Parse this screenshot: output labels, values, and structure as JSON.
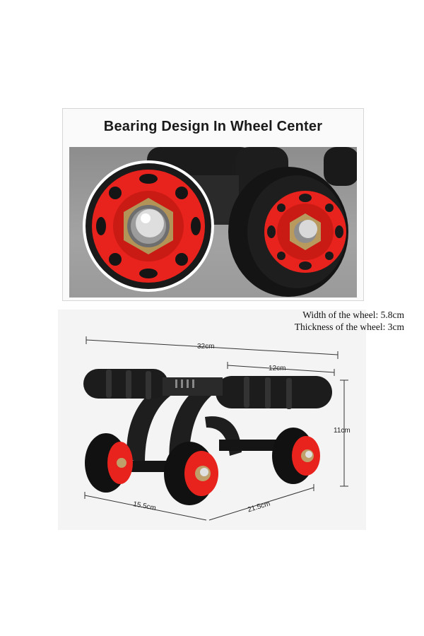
{
  "title": "Bearing Design In Wheel Center",
  "specs": {
    "width": "Width of the wheel: 5.8cm",
    "thickness": "Thickness of the wheel: 3cm"
  },
  "dimensions": {
    "total_length": "32cm",
    "handle_gap": "12cm",
    "height": "11cm",
    "wheel_span": "15.5cm",
    "depth": "21.5cm"
  },
  "colors": {
    "wheel_hub": "#e8221c",
    "tire": "#151515",
    "frame": "#1e1e1e"
  }
}
